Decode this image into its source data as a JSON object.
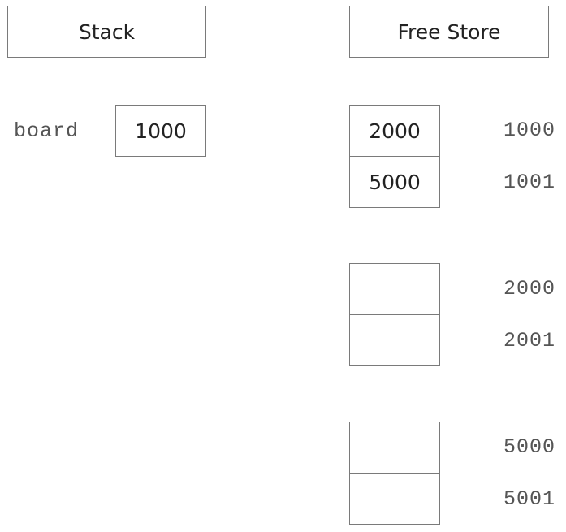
{
  "headers": {
    "stack": "Stack",
    "free_store": "Free Store"
  },
  "stack": {
    "variable_name": "board",
    "variable_value": "1000"
  },
  "free_store": {
    "blocks": [
      {
        "cells": [
          "2000",
          "5000"
        ],
        "addresses": [
          "1000",
          "1001"
        ]
      },
      {
        "cells": [
          "",
          ""
        ],
        "addresses": [
          "2000",
          "2001"
        ]
      },
      {
        "cells": [
          "",
          ""
        ],
        "addresses": [
          "5000",
          "5001"
        ]
      }
    ]
  }
}
